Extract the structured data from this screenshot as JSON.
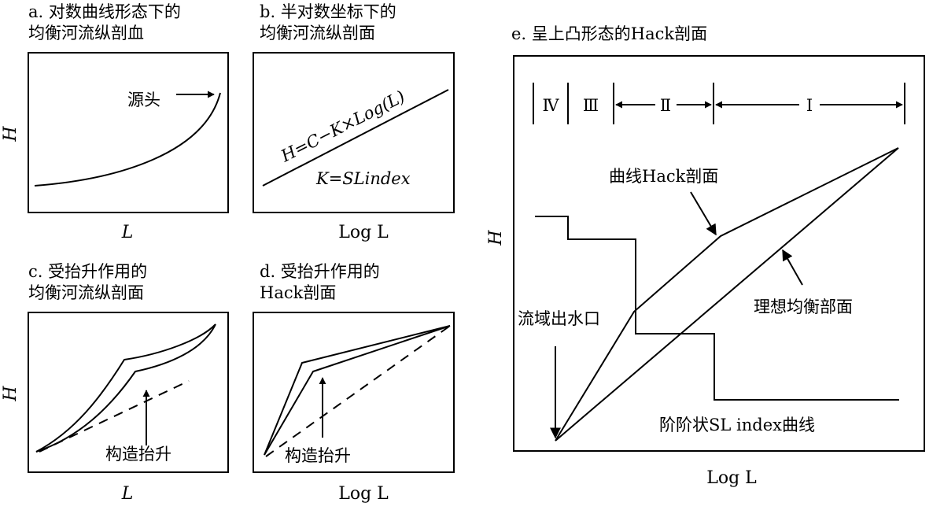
{
  "panel_a": {
    "caption_line1": "a. 对数曲线形态下的",
    "caption_line2": "均衡河流纵剖血",
    "label_source": "源头",
    "y_axis": "H",
    "x_axis": "L"
  },
  "panel_b": {
    "caption_line1": "b. 半对数坐标下的",
    "caption_line2": "均衡河流纵剖面",
    "formula": "H=C−K×Log(L)",
    "k_formula": "K=SLindex",
    "x_axis": "Log L"
  },
  "panel_c": {
    "caption_line1": "c. 受抬升作用的",
    "caption_line2": "均衡河流纵剖面",
    "label_uplift": "构造抬升",
    "y_axis": "H",
    "x_axis": "L"
  },
  "panel_d": {
    "caption_line1": "d. 受抬升作用的",
    "caption_line2": "Hack剖面",
    "label_uplift": "构造抬升",
    "x_axis": "Log L"
  },
  "panel_e": {
    "caption": "e. 呈上凸形态的Hack剖面",
    "segments": [
      "Ⅳ",
      "Ⅲ",
      "Ⅱ",
      "Ⅰ"
    ],
    "label_curve": "曲线Hack剖面",
    "label_ideal": "理想均衡部面",
    "label_outlet": "流域出水口",
    "label_step": "阶阶状SL index曲线",
    "y_axis": "H",
    "x_axis": "Log L"
  }
}
